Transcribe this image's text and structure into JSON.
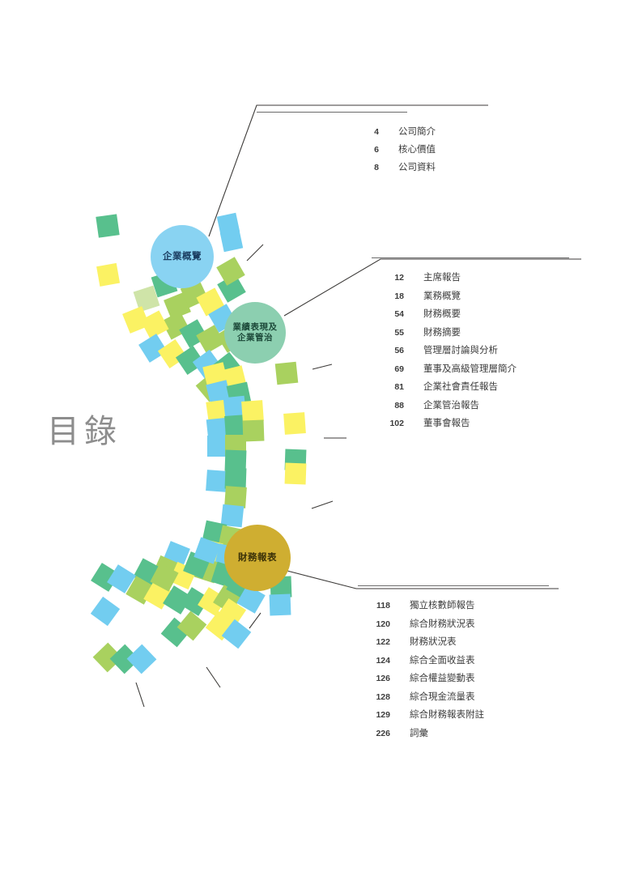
{
  "page": {
    "title": "目錄",
    "background_color": "#ffffff",
    "text_color": "#3c3c3c",
    "rule_color": "#6b6b6b"
  },
  "nodes": [
    {
      "id": "overview",
      "label": "企業概覽",
      "color": "#89d3f2",
      "text_color": "#1c3f63"
    },
    {
      "id": "performance",
      "label": "業績表現及\n企業管治",
      "color": "#8ccfb0",
      "text_color": "#1d4a3a"
    },
    {
      "id": "financial",
      "label": "財務報表",
      "color": "#cfae31",
      "text_color": "#3b3208"
    }
  ],
  "sections": {
    "overview": {
      "items": [
        {
          "page": "4",
          "label": "公司簡介"
        },
        {
          "page": "6",
          "label": "核心價值"
        },
        {
          "page": "8",
          "label": "公司資料"
        }
      ]
    },
    "performance": {
      "items": [
        {
          "page": "12",
          "label": "主席報告"
        },
        {
          "page": "18",
          "label": "業務概覽"
        },
        {
          "page": "54",
          "label": "財務概要"
        },
        {
          "page": "55",
          "label": "財務摘要"
        },
        {
          "page": "56",
          "label": "管理層討論與分析"
        },
        {
          "page": "69",
          "label": "董事及高級管理層簡介"
        },
        {
          "page": "81",
          "label": "企業社會責任報告"
        },
        {
          "page": "88",
          "label": "企業管治報告"
        },
        {
          "page": "102",
          "label": "董事會報告"
        }
      ]
    },
    "financial": {
      "items": [
        {
          "page": "118",
          "label": "獨立核數師報告"
        },
        {
          "page": "120",
          "label": "綜合財務狀況表"
        },
        {
          "page": "122",
          "label": "財務狀況表"
        },
        {
          "page": "124",
          "label": "綜合全面收益表"
        },
        {
          "page": "126",
          "label": "綜合權益變動表"
        },
        {
          "page": "128",
          "label": "綜合現金流量表"
        },
        {
          "page": "129",
          "label": "綜合財務報表附註"
        },
        {
          "page": "226",
          "label": "詞彙"
        }
      ]
    }
  },
  "decoration": {
    "description": "confetti-arc",
    "palette": {
      "green": "#58c08d",
      "yellow": "#fbf263",
      "blue": "#72cdf0",
      "lime": "#a9d15f",
      "pale_green": "#cfe4a8"
    },
    "tick_color": "#3c3a38"
  }
}
